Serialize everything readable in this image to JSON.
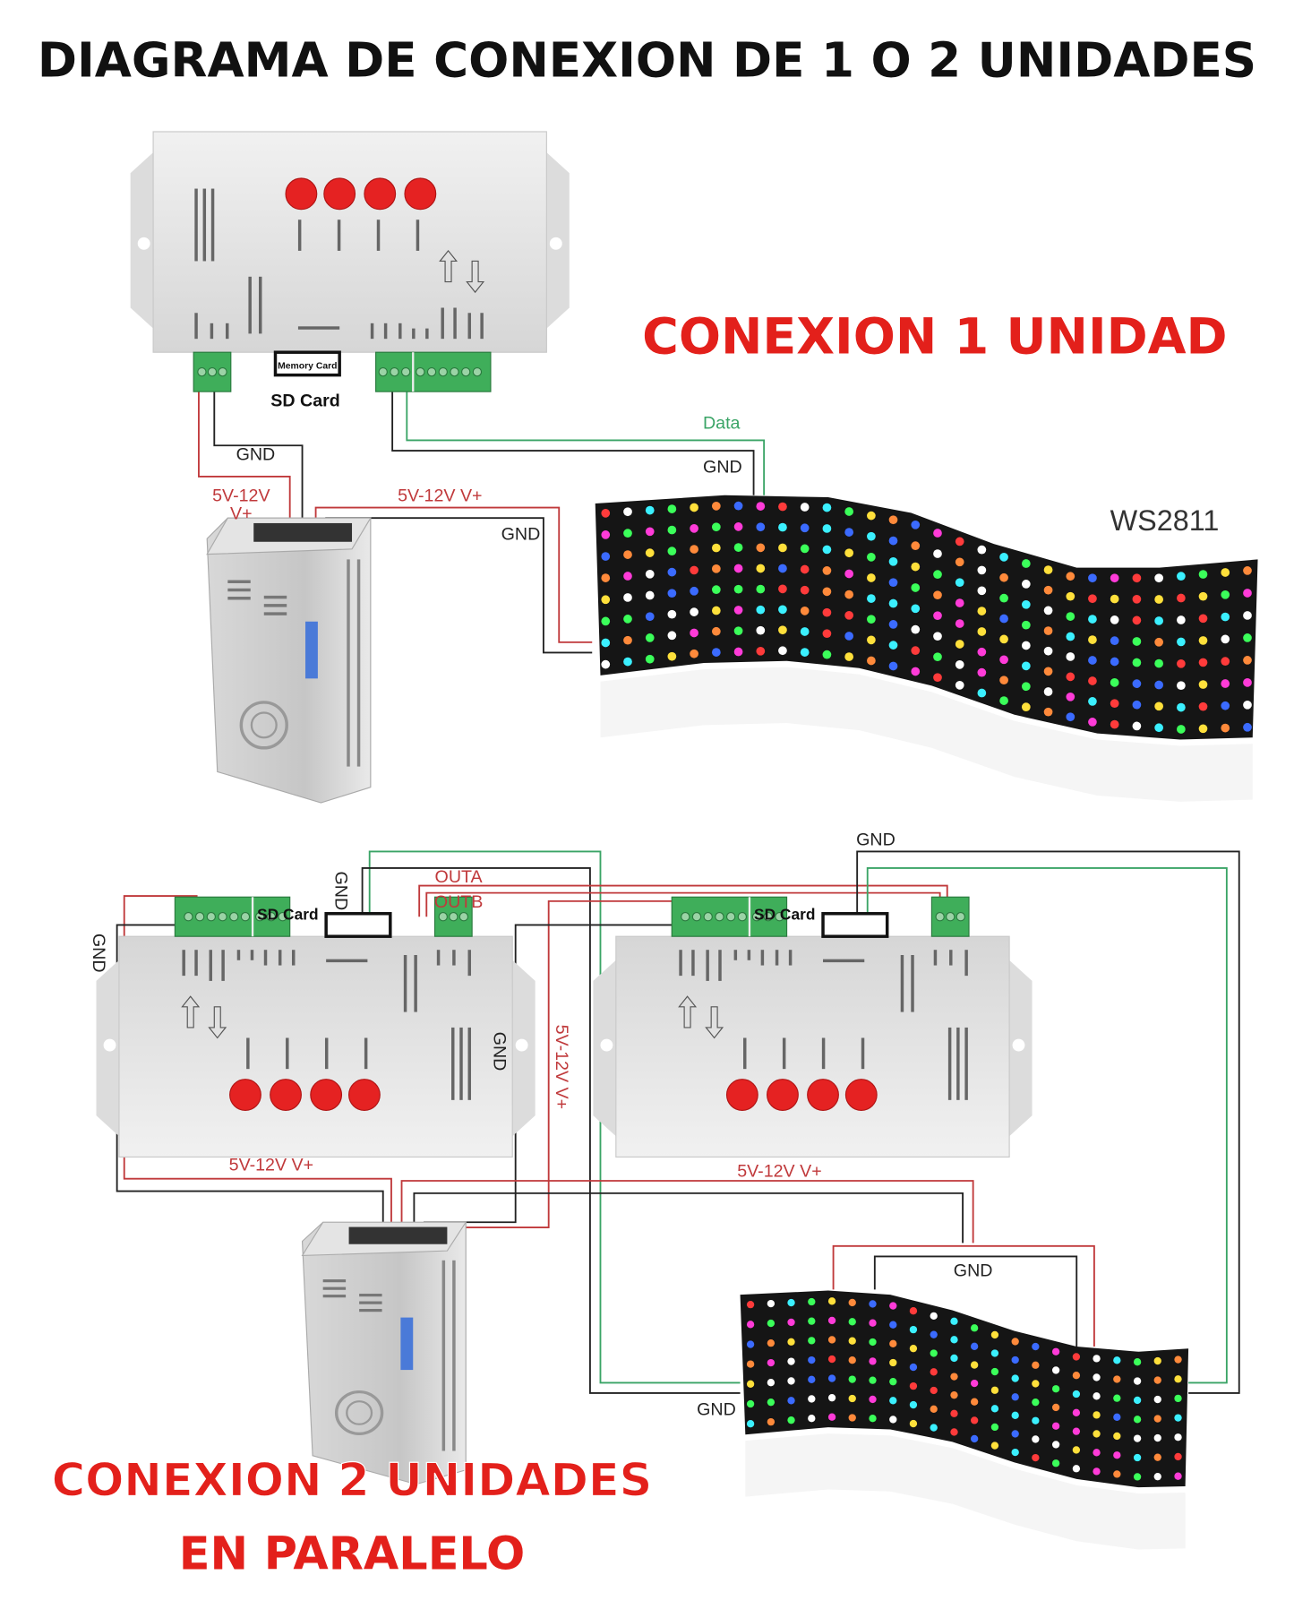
{
  "title": "DIAGRAMA DE CONEXION DE 1 O 2 UNIDADES",
  "section1": {
    "heading": "CONEXION 1 UNIDAD",
    "sd_card_label": "SD Card",
    "memory_card_text": "Memory Card",
    "panel_label": "WS2811",
    "wire_labels": {
      "gnd_ctrl": "GND",
      "vplus_ctrl_1": "5V-12V",
      "vplus_ctrl_2": "V+",
      "vplus_panel": "5V-12V V+",
      "gnd_panel_ps": "GND",
      "data": "Data",
      "gnd_data": "GND"
    }
  },
  "section2": {
    "heading_line1": "CONEXION 2 UNIDADES",
    "heading_line2": "EN PARALELO",
    "sd_card_label_1": "SD Card",
    "sd_card_label_2": "SD Card",
    "wire_labels": {
      "gnd_left": "GND",
      "gnd_top_left": "GND",
      "outa": "OUTA",
      "outb": "OUTB",
      "gnd_mid": "GND",
      "vplus_vertical": "5V-12V V+",
      "vplus_ctrl1": "5V-12V V+",
      "vplus_ctrl2": "5V-12V V+",
      "gnd_top_right": "GND",
      "gnd_panel_top": "GND",
      "gnd_panel_left": "GND"
    }
  },
  "colors": {
    "heading_red": "#e3201b",
    "wire_red": "#c0393b",
    "wire_green": "#3aa466",
    "wire_black": "#222222",
    "terminal_green": "#3fae5a",
    "button_red": "#e52222",
    "led_palette": [
      "#ff3b3b",
      "#3bff5a",
      "#3b6bff",
      "#ffffff",
      "#ffe03b",
      "#ff3bd8",
      "#3bf0ff",
      "#ff8a3b"
    ]
  }
}
